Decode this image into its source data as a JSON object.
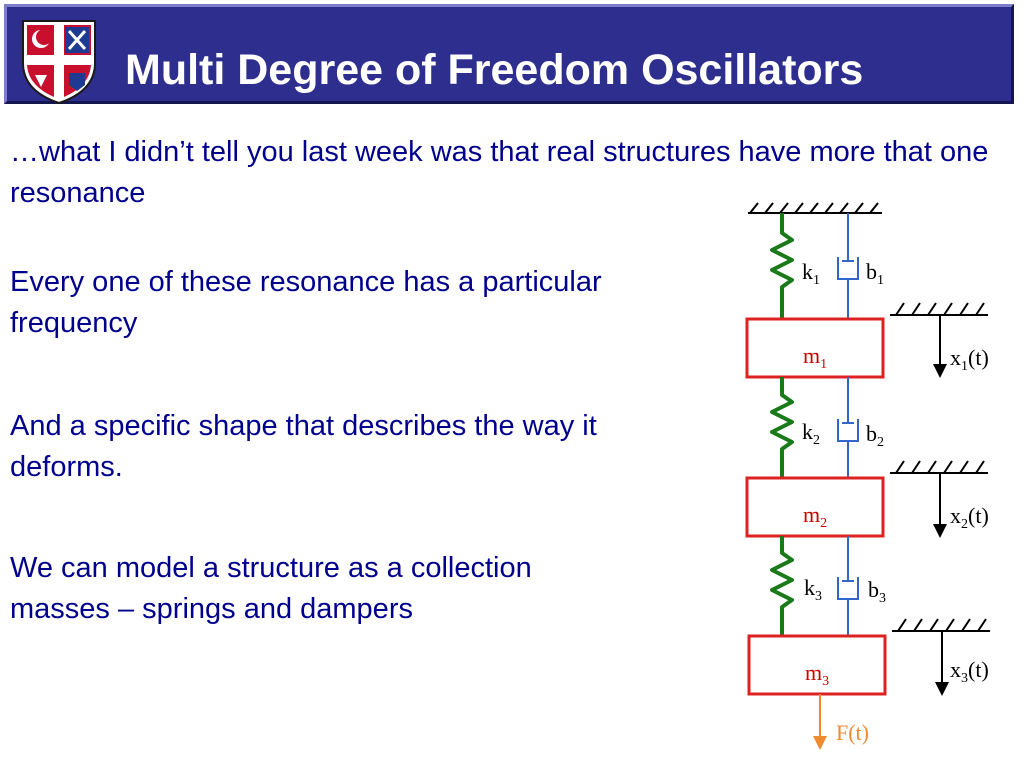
{
  "title": "Multi Degree of Freedom Oscillators",
  "logo": {
    "icon": "university-crest-icon",
    "colors": {
      "shield_red": "#c8102e",
      "shield_white": "#ffffff",
      "shield_blue": "#1f3a93"
    }
  },
  "body": {
    "paragraph_1": "…what I didn’t tell you last week was that real structures have more that one resonance",
    "paragraph_2": "Every one of these resonance has a particular frequency",
    "paragraph_3": "And a specific shape that describes the way it deforms.",
    "paragraph_4": "We can model a structure as a collection masses – springs and dampers"
  },
  "diagram": {
    "springs": [
      {
        "base": "k",
        "sub": "1"
      },
      {
        "base": "k",
        "sub": "2"
      },
      {
        "base": "k",
        "sub": "3"
      }
    ],
    "dampers": [
      {
        "base": "b",
        "sub": "1"
      },
      {
        "base": "b",
        "sub": "2"
      },
      {
        "base": "b",
        "sub": "3"
      }
    ],
    "masses": [
      {
        "base": "m",
        "sub": "1"
      },
      {
        "base": "m",
        "sub": "2"
      },
      {
        "base": "m",
        "sub": "3"
      }
    ],
    "displacements": [
      {
        "base": "x",
        "sub": "1",
        "suffix": "(t)"
      },
      {
        "base": "x",
        "sub": "2",
        "suffix": "(t)"
      },
      {
        "base": "x",
        "sub": "3",
        "suffix": "(t)"
      }
    ],
    "force_label": "F(t)",
    "colors": {
      "spring": "#1a7a1a",
      "damper": "#3366cc",
      "mass_border": "#dd2222",
      "mass_label": "#cc0000",
      "force": "#f08a30",
      "text": "#000000"
    }
  },
  "colors": {
    "title_background": "#2e2e8e",
    "title_text": "#ffffff",
    "body_text": "#00008c"
  }
}
